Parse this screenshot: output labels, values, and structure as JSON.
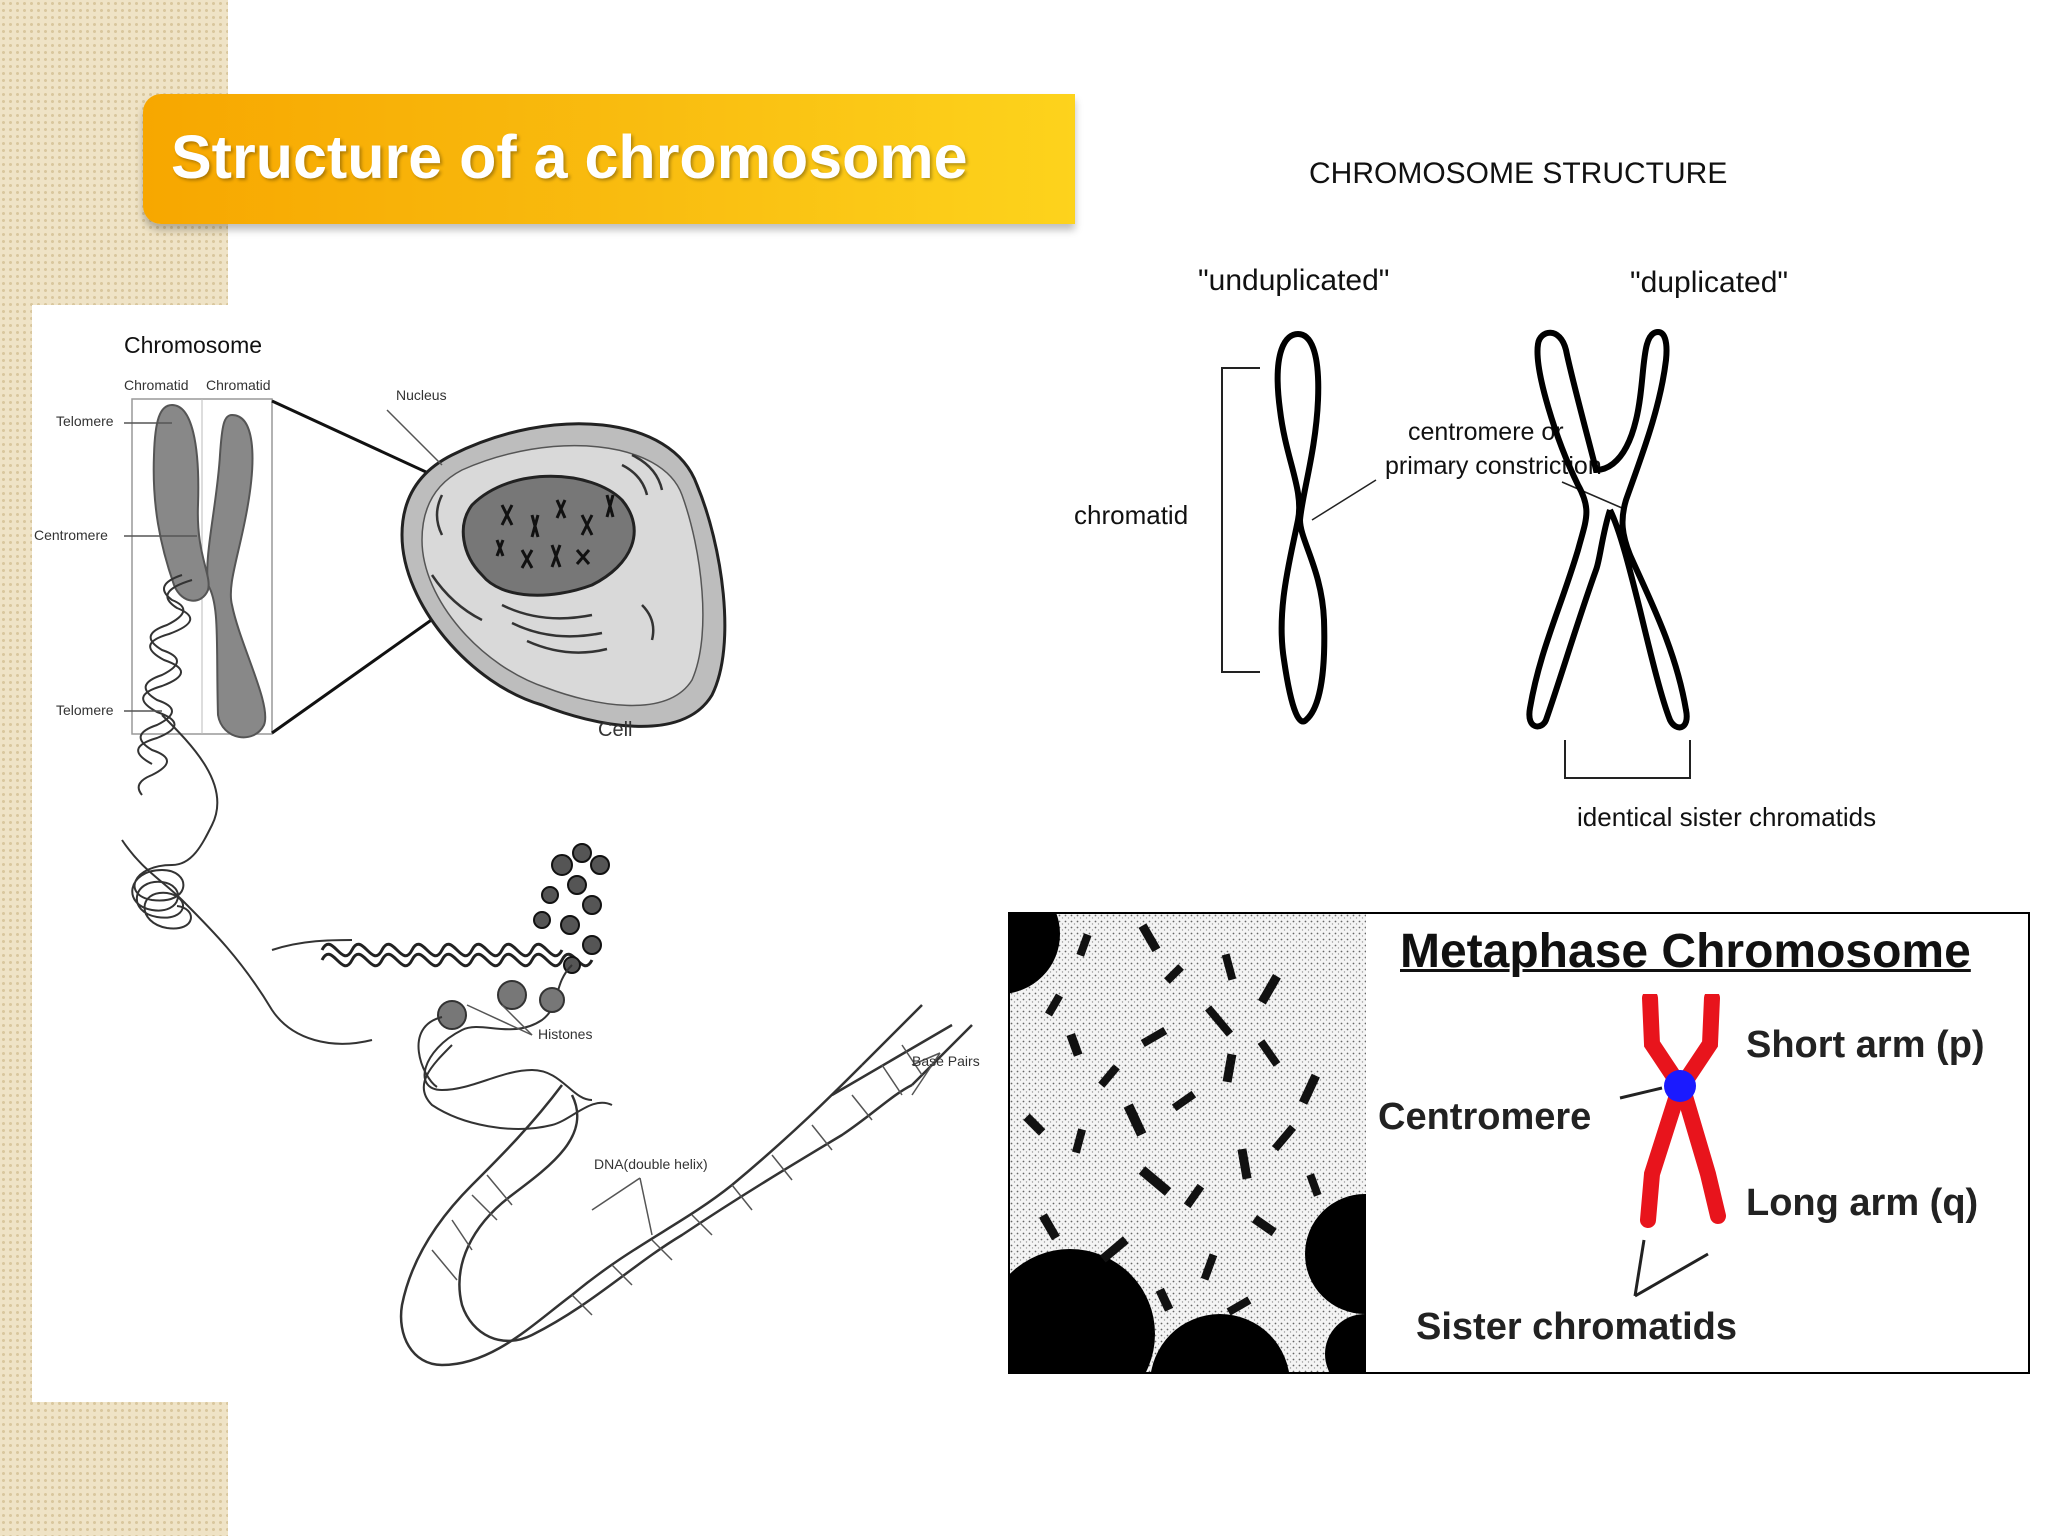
{
  "slide": {
    "title": "Structure of a chromosome"
  },
  "left_diagram": {
    "chromosome_label": "Chromosome",
    "chromatid_left": "Chromatid",
    "chromatid_right": "Chromatid",
    "telomere_top": "Telomere",
    "centromere": "Centromere",
    "telomere_bottom": "Telomere",
    "nucleus": "Nucleus",
    "cell": "Cell",
    "histones": "Histones",
    "base_pairs": "Base Pairs",
    "dna": "DNA(double helix)"
  },
  "right_diagram": {
    "title": "CHROMOSOME STRUCTURE",
    "unduplicated": "\"unduplicated\"",
    "duplicated": "\"duplicated\"",
    "centromere_line1": "centromere or",
    "centromere_line2": "primary constriction",
    "chromatid": "chromatid",
    "sister_chromatids": "identical sister chromatids"
  },
  "metaphase_panel": {
    "title": "Metaphase Chromosome",
    "short_arm": "Short arm (p)",
    "centromere": "Centromere",
    "long_arm": "Long arm (q)",
    "sister_chromatids": "Sister chromatids",
    "colors": {
      "arms": "#e8141c",
      "centromere": "#1a1aff"
    }
  }
}
